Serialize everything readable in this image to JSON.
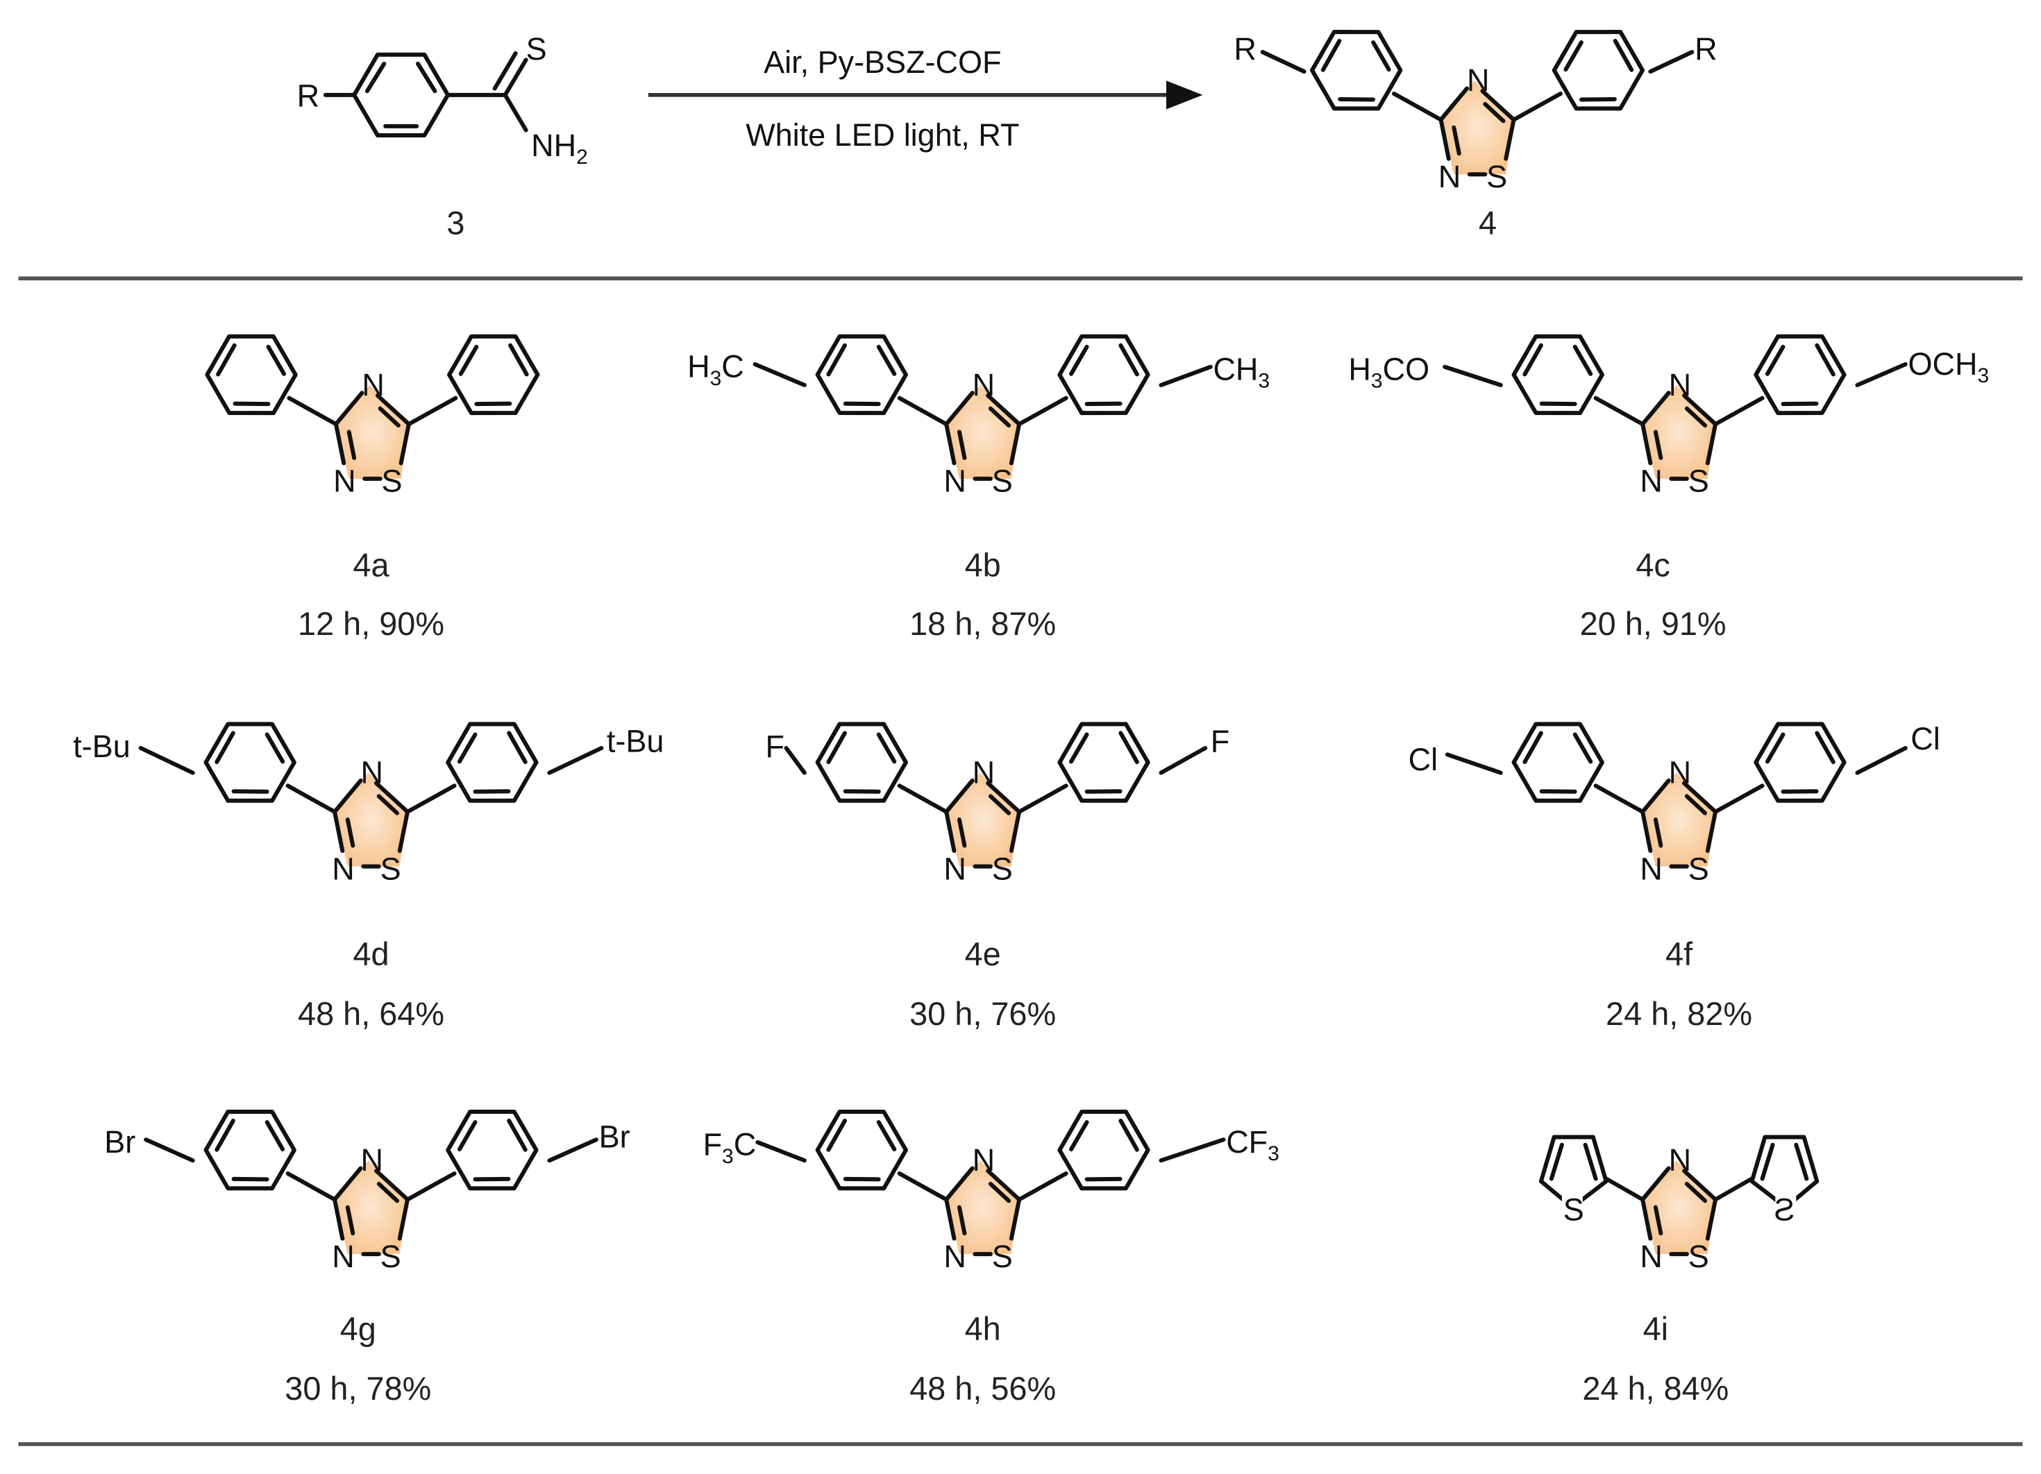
{
  "scheme": {
    "reactant": {
      "id": "3",
      "substituent": "R",
      "group_top": "S",
      "group_bottom": "NH2"
    },
    "arrow": {
      "above": "Air, Py-BSZ-COF",
      "below": "White LED light, RT"
    },
    "product": {
      "id": "4",
      "substituent_left": "R",
      "substituent_right": "R",
      "ring_atoms": [
        "N",
        "N",
        "S"
      ]
    }
  },
  "colors": {
    "heterocycle_highlight": "#f7c48f",
    "ring_shade": "#e6e6e6",
    "rule": "#555555",
    "text": "#222222"
  },
  "products": [
    {
      "id": "4a",
      "substituent": "",
      "aryl": "phenyl",
      "time": "12 h",
      "yield": "90%",
      "caption": "12 h, 90%"
    },
    {
      "id": "4b",
      "substituent_left": "H3C",
      "substituent_right": "CH3",
      "aryl": "phenyl",
      "time": "18 h",
      "yield": "87%",
      "caption": "18 h, 87%"
    },
    {
      "id": "4c",
      "substituent_left": "H3CO",
      "substituent_right": "OCH3",
      "aryl": "phenyl",
      "time": "20 h",
      "yield": "91%",
      "caption": "20 h, 91%"
    },
    {
      "id": "4d",
      "substituent_left": "t-Bu",
      "substituent_right": "t-Bu",
      "aryl": "phenyl",
      "time": "48 h",
      "yield": "64%",
      "caption": "48 h, 64%"
    },
    {
      "id": "4e",
      "substituent_left": "F",
      "substituent_right": "F",
      "aryl": "phenyl",
      "time": "30 h",
      "yield": "76%",
      "caption": "30 h, 76%"
    },
    {
      "id": "4f",
      "substituent_left": "Cl",
      "substituent_right": "Cl",
      "aryl": "phenyl",
      "time": "24 h",
      "yield": "82%",
      "caption": "24 h, 82%"
    },
    {
      "id": "4g",
      "substituent_left": "Br",
      "substituent_right": "Br",
      "aryl": "phenyl",
      "time": "30 h",
      "yield": "78%",
      "caption": "30 h, 78%"
    },
    {
      "id": "4h",
      "substituent_left": "F3C",
      "substituent_right": "CF3",
      "aryl": "phenyl",
      "time": "48 h",
      "yield": "56%",
      "caption": "48 h, 56%"
    },
    {
      "id": "4i",
      "substituent": "",
      "aryl": "2-thienyl",
      "time": "24 h",
      "yield": "84%",
      "caption": "24 h, 84%"
    }
  ]
}
